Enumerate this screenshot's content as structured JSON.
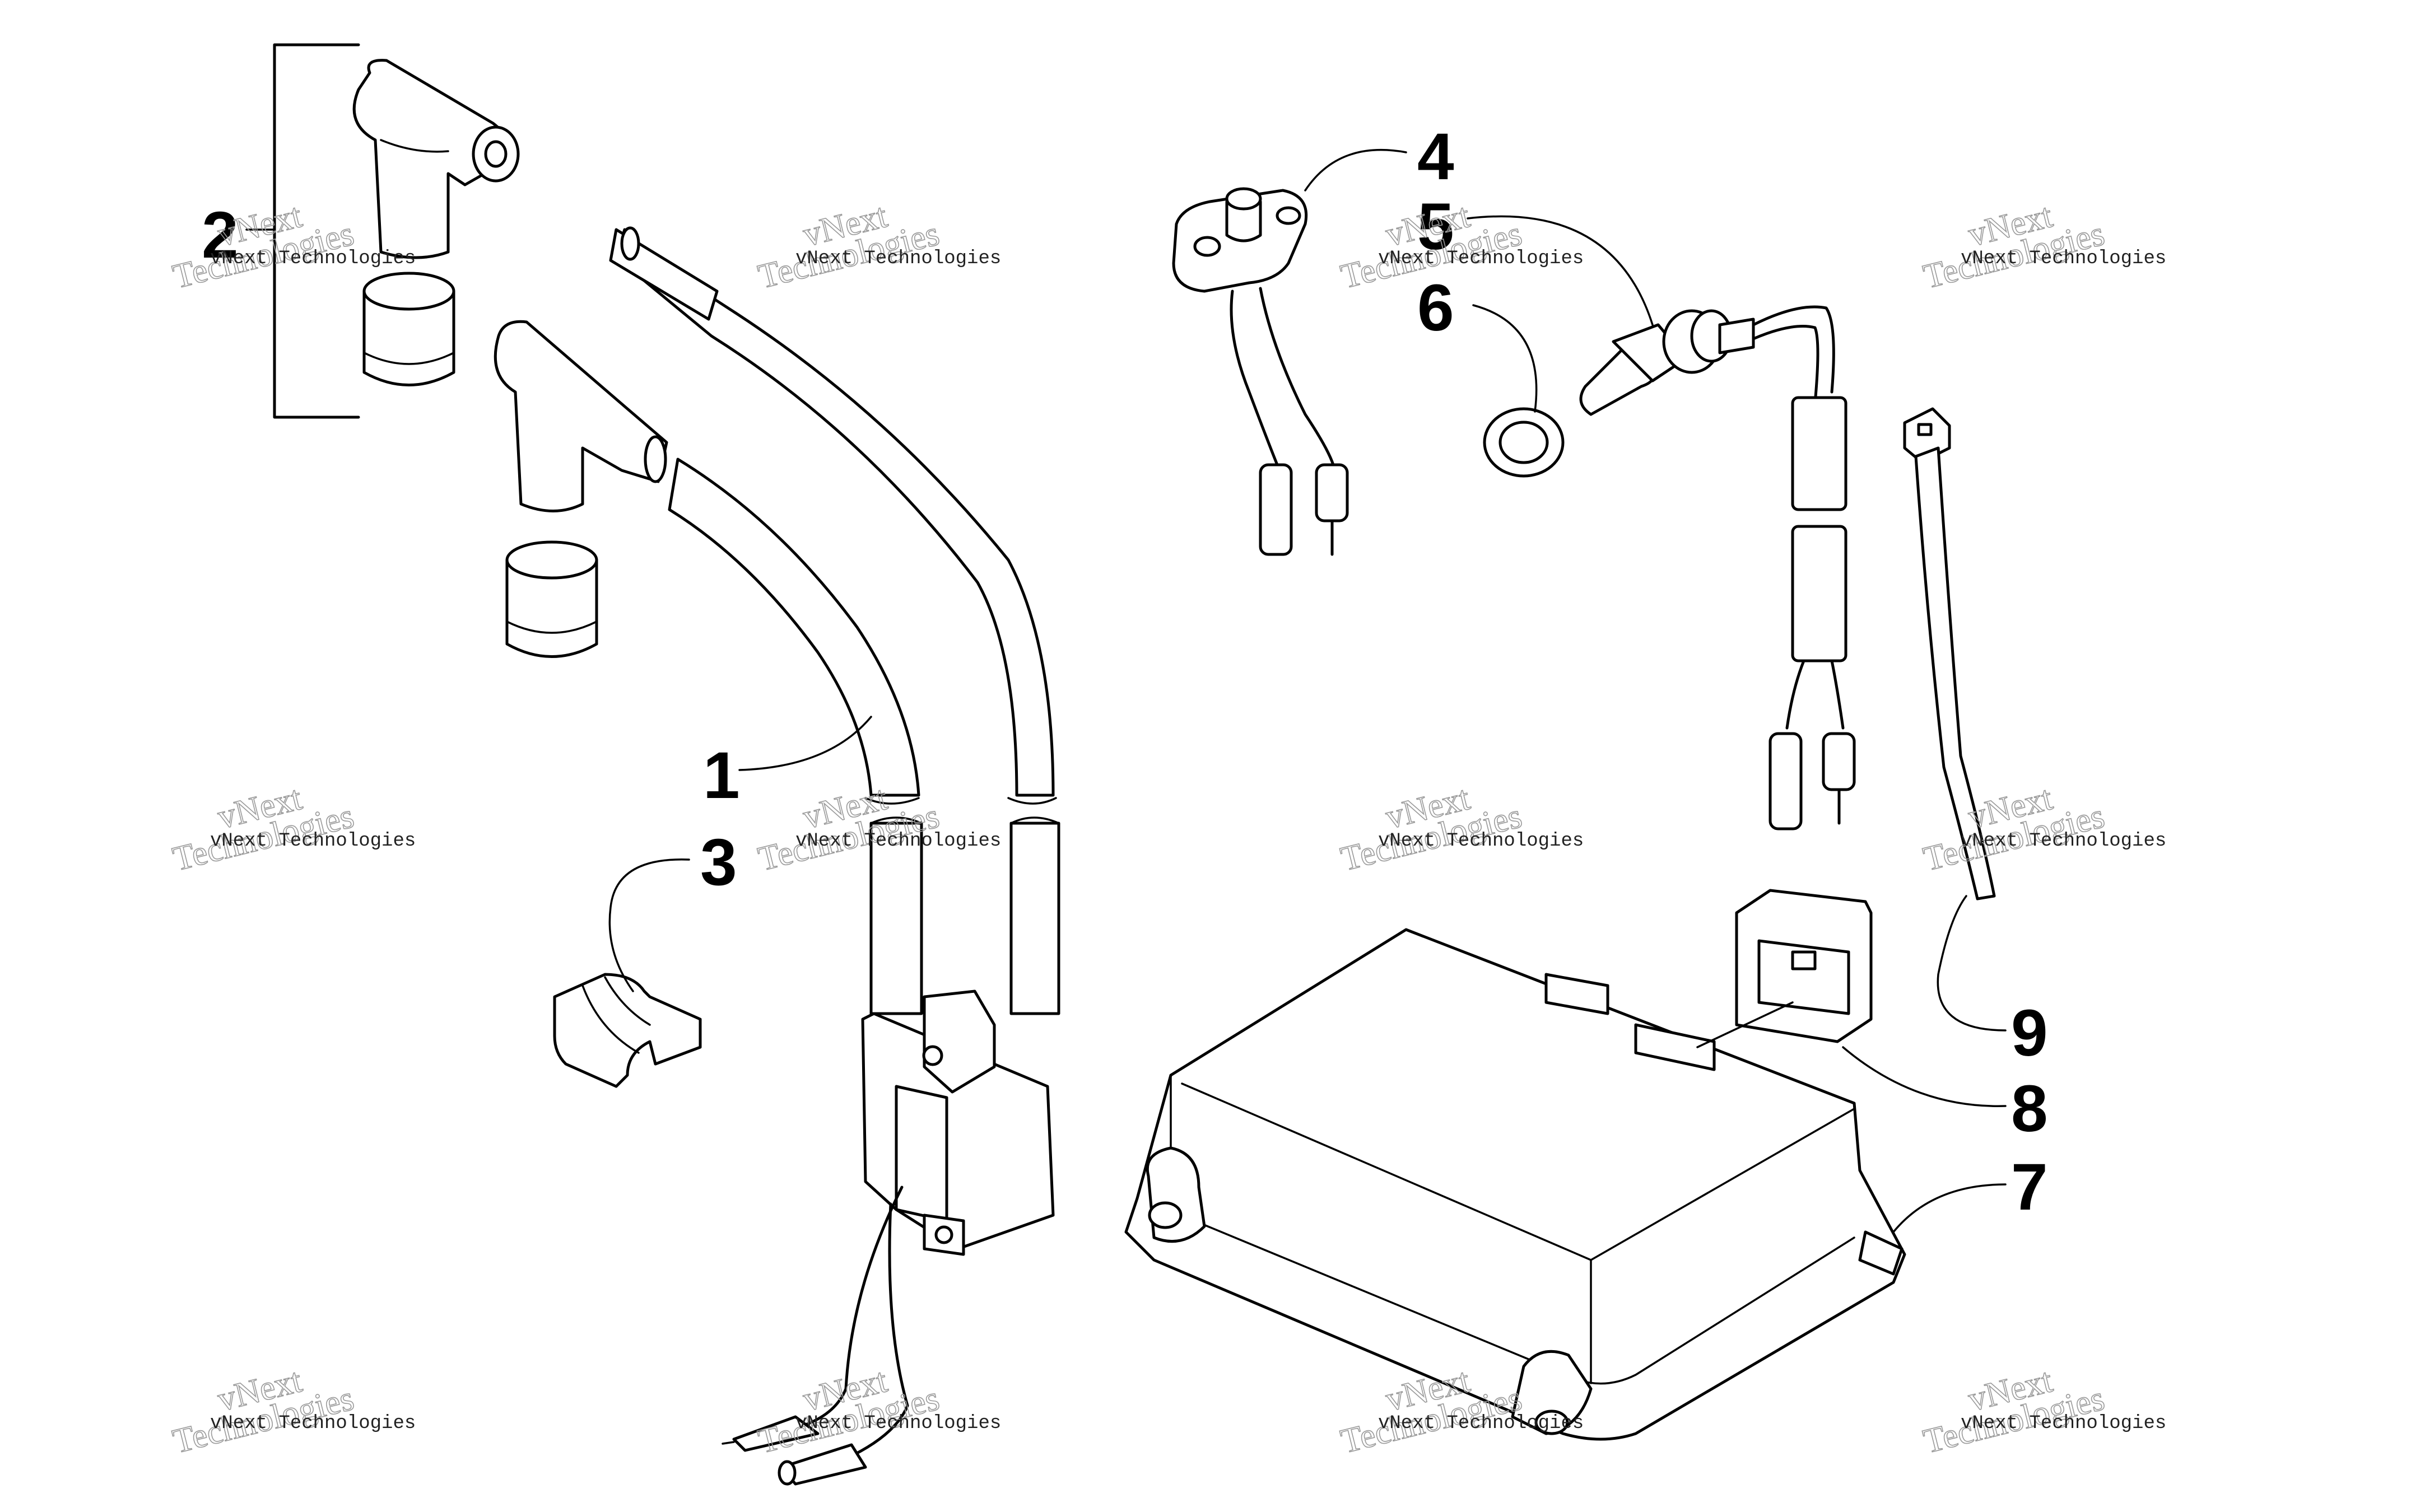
{
  "labels": [
    "1",
    "2",
    "3",
    "4",
    "5",
    "6",
    "7",
    "8",
    "9"
  ],
  "watermark": {
    "line1": "vNext Technologies",
    "line2": "Technologies",
    "line3": "vNext"
  }
}
